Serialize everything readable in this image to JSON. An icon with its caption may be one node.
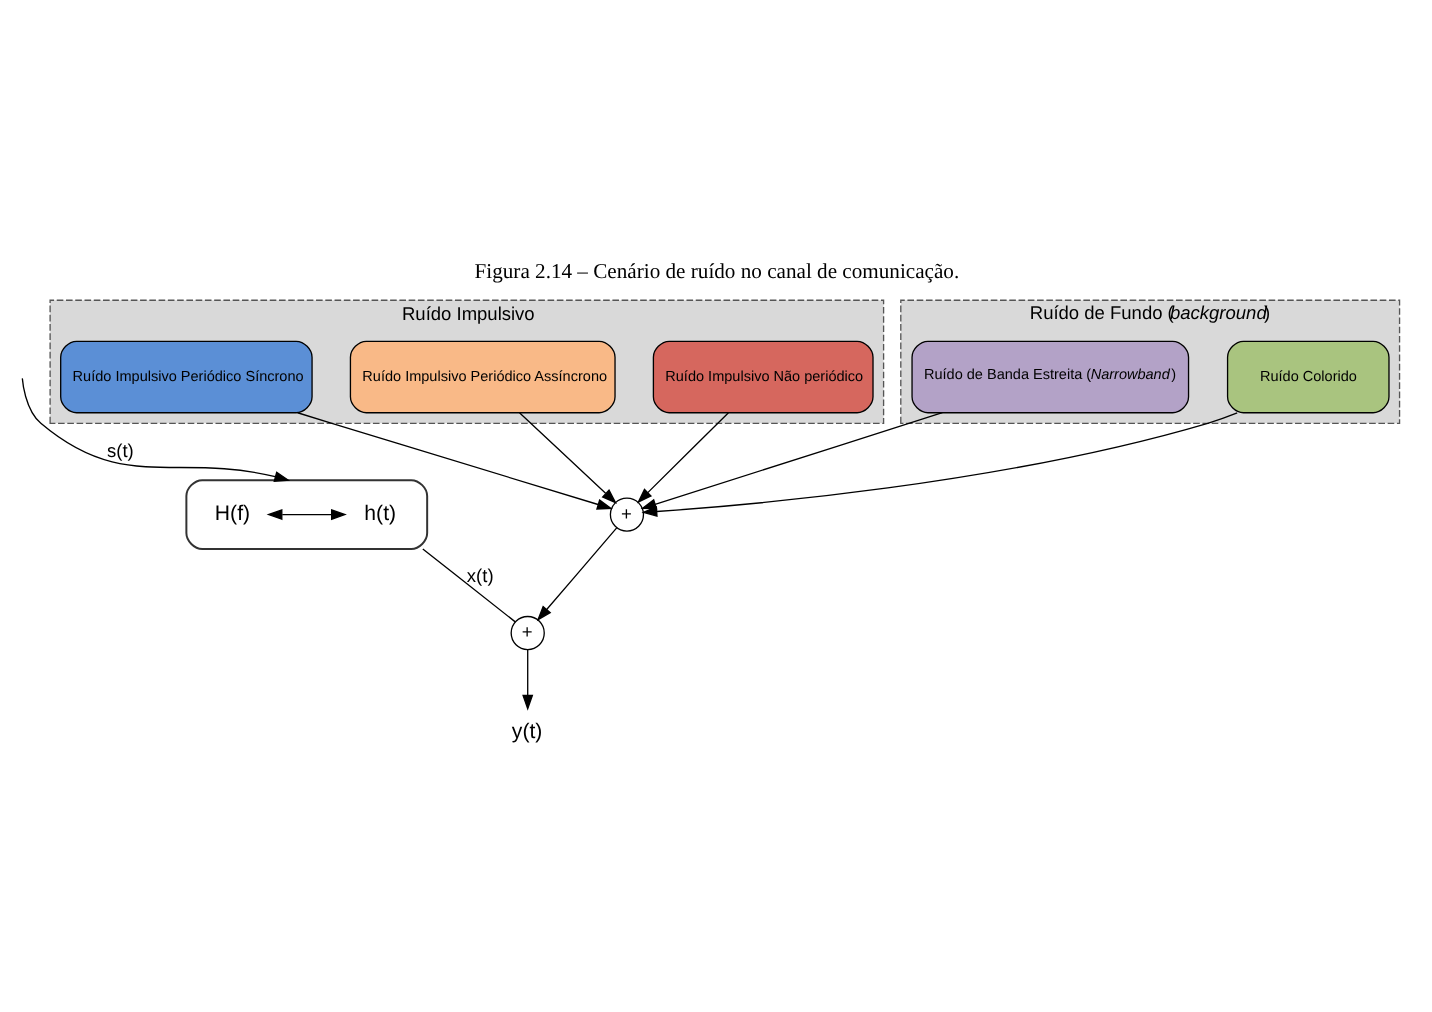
{
  "diagram": {
    "title": "Figura 2.14 – Cenário de ruído no canal de comunicação.",
    "nodes": [
      {
        "text": [
          "Ruído de Fundo (*background*)"
        ]
      },
      {
        "text": [
          "Ruído Colorido"
        ],
        "in": 0
      },
      {
        "text": [
          "Ruído de Banda Estreita (*Narrowband*)"
        ],
        "in": 0
      },
      {
        "text": [
          "Ruído Impulsivo"
        ]
      },
      {
        "text": [
          "Ruído Impulsivo Periódico Síncrono"
        ],
        "in": 3
      },
      {
        "text": [
          "Ruído Impulsivo Periódico Assíncrono"
        ],
        "in": 3
      },
      {
        "text": [
          "Ruído Impulsivo Não periódico"
        ],
        "in": 3
      },
      {
        "text": [
          "+"
        ]
      },
      {
        "text": [],
        "shape": "cylinder"
      },
      {
        "text": [
          "h(t)"
        ],
        "in": 8
      },
      {
        "text": [
          "H(f)"
        ],
        "in": 8
      },
      {
        "text": [
          "+"
        ]
      },
      {
        "text": [
          "y(t)"
        ]
      }
    ],
    "edges": [
      {
        "from": 1,
        "to": 7,
        "arrow": "to"
      },
      {
        "from": 2,
        "to": 7,
        "arrow": "to"
      },
      {
        "from": 4,
        "to": 7,
        "arrow": "to"
      },
      {
        "from": 5,
        "to": 7,
        "arrow": "to"
      },
      {
        "from": 6,
        "to": 7,
        "arrow": "to"
      },
      {
        "from": 7,
        "to": 11,
        "arrow": "to"
      },
      {
        "from": null,
        "to": 8,
        "arrow": "to",
        "label": "s(t)"
      },
      {
        "from": 9,
        "to": 10,
        "arrow": "both"
      },
      {
        "from": 8,
        "to": 11,
        "arrow": "none",
        "label": "x(t)"
      },
      {
        "from": 11,
        "to": 12,
        "arrow": "to"
      }
    ]
  }
}
